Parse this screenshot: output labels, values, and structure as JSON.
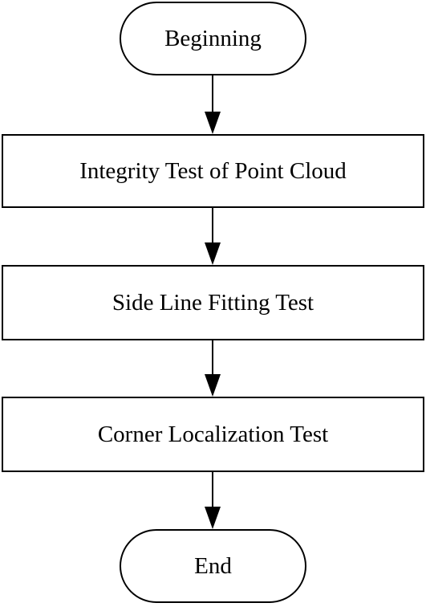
{
  "diagram": {
    "start": {
      "label": "Beginning"
    },
    "steps": [
      {
        "label": "Integrity Test of Point Cloud"
      },
      {
        "label": "Side Line Fitting Test"
      },
      {
        "label": "Corner Localization Test"
      }
    ],
    "end": {
      "label": "End"
    }
  }
}
